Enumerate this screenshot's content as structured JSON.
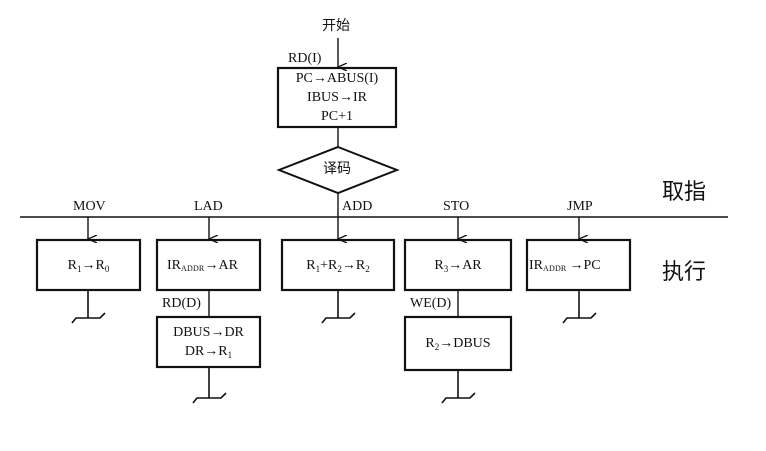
{
  "flowchart": {
    "start_label": "开始",
    "fetch": {
      "signal": "RD(I)",
      "lines": [
        "PC→ABUS(I)",
        "IBUS→IR",
        "PC+1"
      ]
    },
    "decode_label": "译码",
    "stages": {
      "fetch": "取指",
      "execute": "执行"
    },
    "branches": [
      {
        "opcode": "MOV",
        "step1": {
          "main": "R",
          "sub1": "1",
          "arrow": "→",
          "dst": "R",
          "sub2": "0"
        }
      },
      {
        "opcode": "LAD",
        "step1": {
          "main": "IR",
          "sub1": "ADDR",
          "arrow": "→",
          "dst": "AR"
        },
        "signal": "RD(D)",
        "step2_line1": "DBUS→DR",
        "step2_line2": {
          "main": "DR→R",
          "sub": "1"
        }
      },
      {
        "opcode": "ADD",
        "step1": {
          "a": "R",
          "a_sub": "1",
          "plus": "+",
          "b": "R",
          "b_sub": "2",
          "arrow": "→",
          "dst": "R",
          "dst_sub": "2"
        }
      },
      {
        "opcode": "STO",
        "step1": {
          "main": "R",
          "sub1": "3",
          "arrow": "→",
          "dst": "AR"
        },
        "signal": "WE(D)",
        "step2": {
          "main": "R",
          "sub1": "2",
          "arrow": "→",
          "dst": "DBUS"
        }
      },
      {
        "opcode": "JMP",
        "step1": {
          "main": "IR",
          "sub1": "ADDR",
          "arrow": "→",
          "dst": "PC"
        }
      }
    ]
  }
}
